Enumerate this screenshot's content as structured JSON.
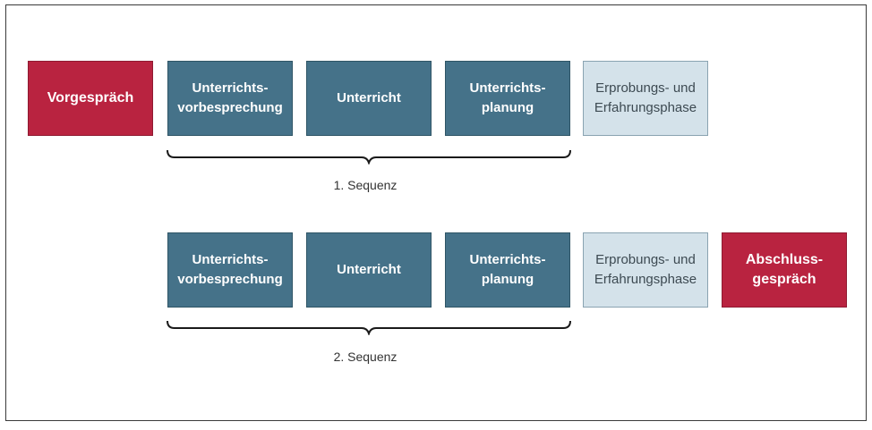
{
  "colors": {
    "accent_red": "#b92340",
    "sequence_blue": "#457289",
    "phase_light": "#d4e2ea",
    "frame": "#3a3a3a"
  },
  "row1": {
    "start": "Vorgespräch",
    "steps": [
      "Unterrichts-\nvorbesprechung",
      "Unterricht",
      "Unterrichts-\nplanung"
    ],
    "phase": "Erprobungs- und\nErfahrungsphase",
    "sequence_label": "1. Sequenz"
  },
  "row2": {
    "steps": [
      "Unterrichts-\nvorbesprechung",
      "Unterricht",
      "Unterrichts-\nplanung"
    ],
    "phase": "Erprobungs- und\nErfahrungsphase",
    "end": "Abschluss-\ngespräch",
    "sequence_label": "2. Sequenz"
  }
}
